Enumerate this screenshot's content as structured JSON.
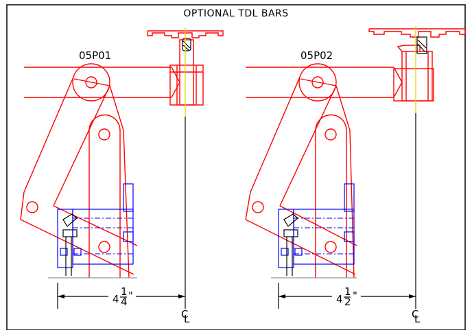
{
  "title": "OPTIONAL TDL BARS",
  "details": [
    {
      "label": "05P01",
      "dimension_whole": "4",
      "dimension_num": "1",
      "dimension_den": "4",
      "dimension_unit": "\"",
      "centerline_c": "C",
      "centerline_l": "L"
    },
    {
      "label": "05P02",
      "dimension_whole": "4",
      "dimension_num": "1",
      "dimension_den": "2",
      "dimension_unit": "\"",
      "centerline_c": "C",
      "centerline_l": "L"
    }
  ],
  "colors": {
    "frame": "#000000",
    "profile": "#ff0000",
    "sash": "#0000ff",
    "centerline": "#e6d400",
    "gasket": "#000000"
  }
}
